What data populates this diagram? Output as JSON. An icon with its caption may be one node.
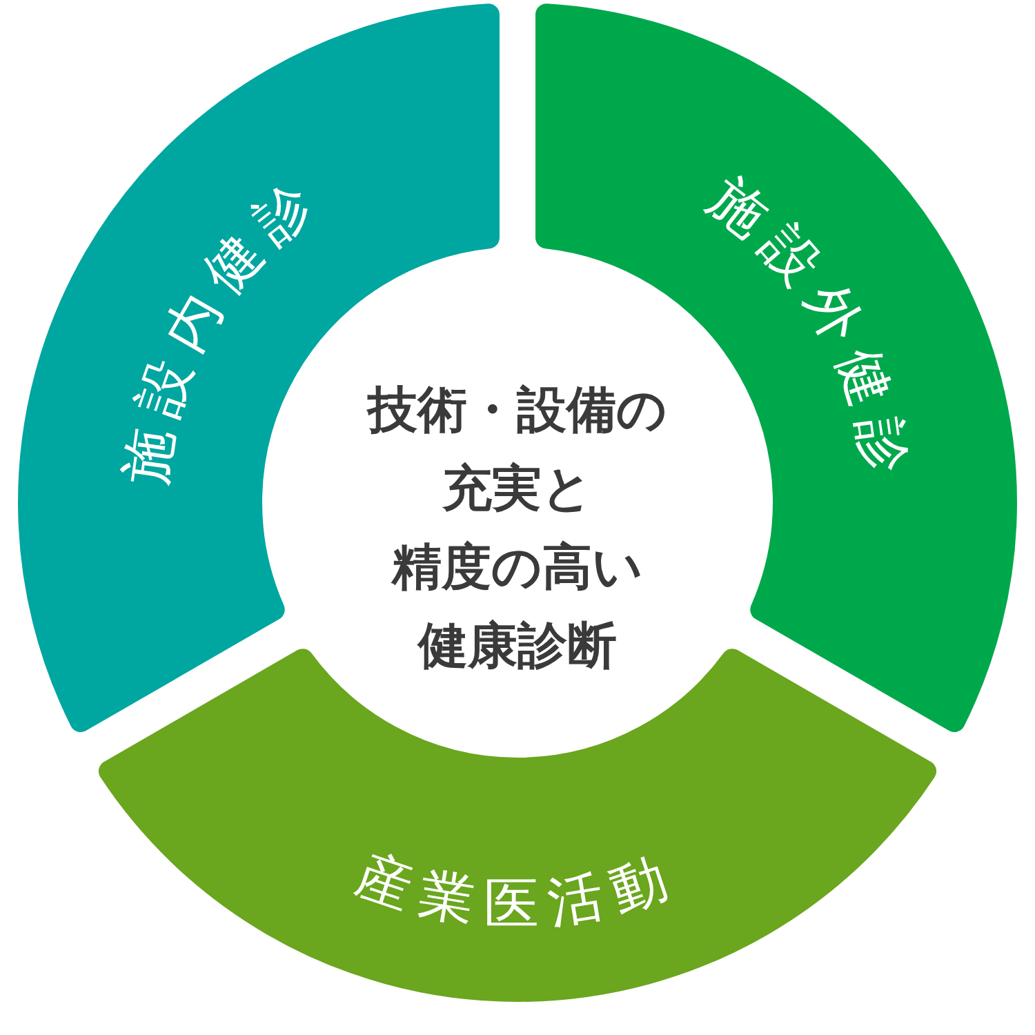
{
  "diagram": {
    "nodes": [
      {
        "text": [
          "施設内健診"
        ]
      },
      {
        "text": [
          "施設外健診"
        ]
      },
      {
        "text": [
          "産業医活動"
        ]
      }
    ],
    "labels": [
      "技術・設備の充実と精度の高い健康診断"
    ]
  }
}
